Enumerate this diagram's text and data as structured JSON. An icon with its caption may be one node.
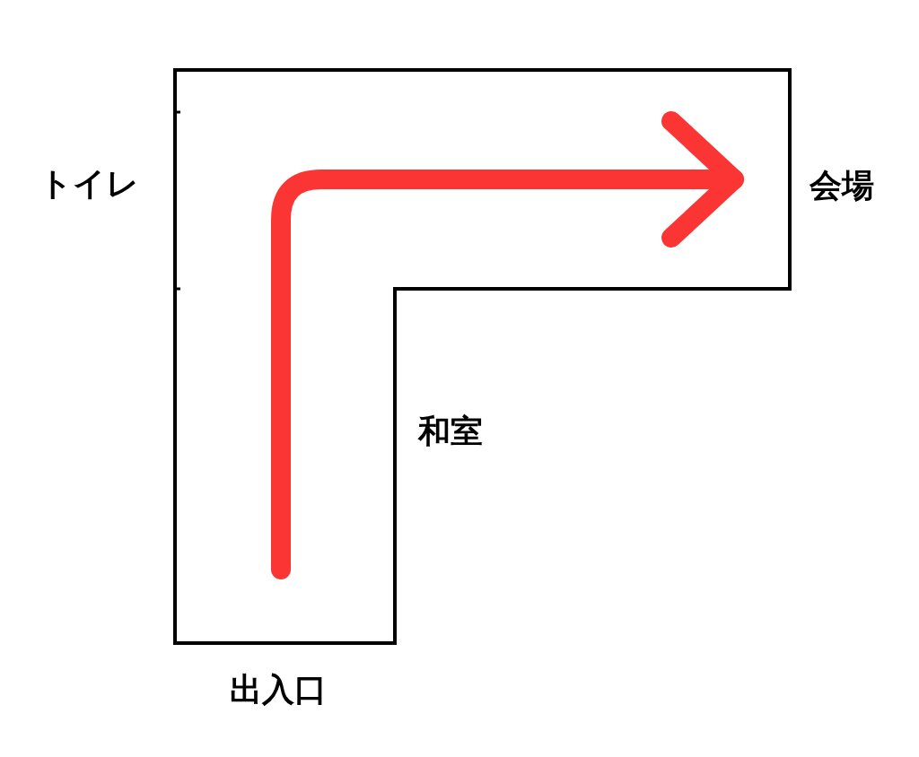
{
  "diagram": {
    "labels": [
      "トイレ",
      "会場",
      "和室",
      "出入口"
    ]
  }
}
